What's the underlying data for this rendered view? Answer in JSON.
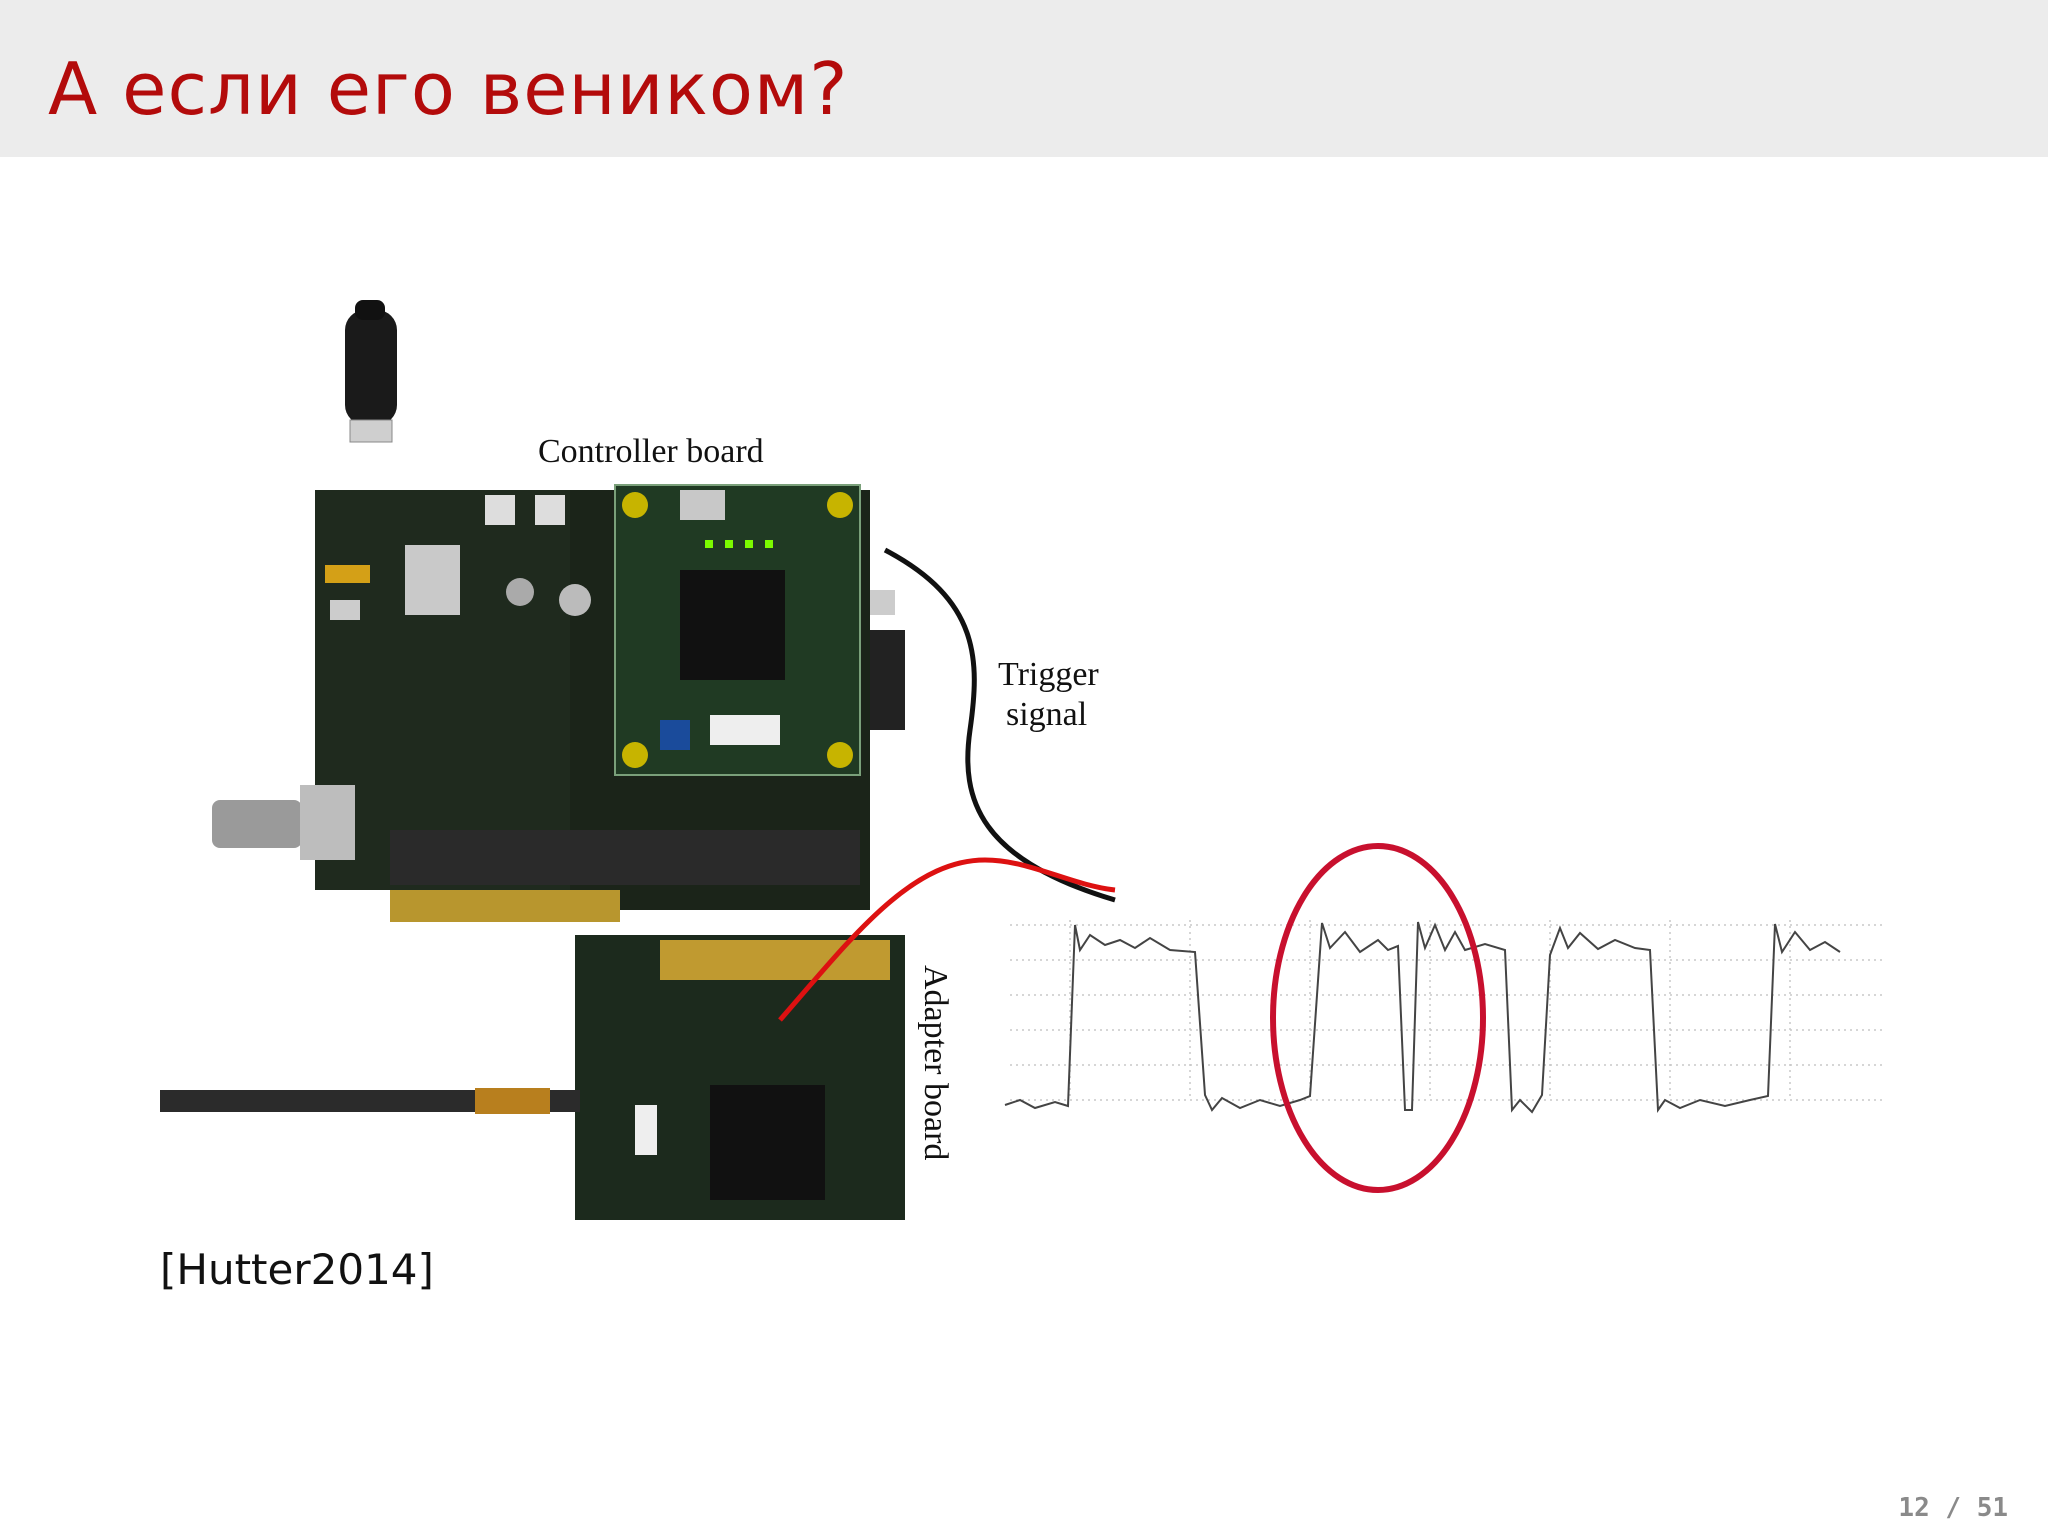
{
  "slide": {
    "title": "А если его веником?",
    "citation": "[Hutter2014]",
    "page_number": "12 / 51"
  },
  "figure": {
    "labels": {
      "controller": "Controller board",
      "trigger_line1": "Trigger",
      "trigger_line2": "signal",
      "adapter": "Adapter board"
    }
  },
  "colors": {
    "title": "#b30b0b",
    "highlight_ellipse": "#c8102e",
    "pcb": "#1f2a1e",
    "trace": "#555555"
  }
}
